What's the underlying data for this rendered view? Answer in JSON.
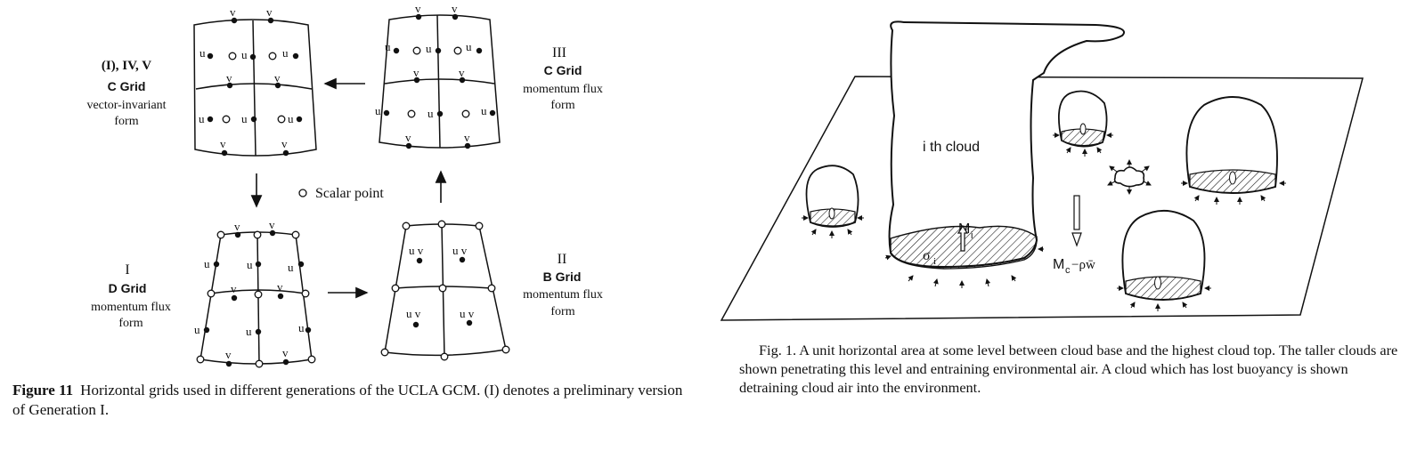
{
  "left_figure": {
    "grid_tl": {
      "line1": "(I), IV, V",
      "line2": "C  Grid",
      "line3": "vector-invariant",
      "line4": "form"
    },
    "grid_tr": {
      "line1": "III",
      "line2": "C  Grid",
      "line3": "momentum flux",
      "line4": "form"
    },
    "grid_bl": {
      "line1": "I",
      "line2": "D  Grid",
      "line3": "momentum flux",
      "line4": "form"
    },
    "grid_br": {
      "line1": "II",
      "line2": "B  Grid",
      "line3": "momentum flux",
      "line4": "form"
    },
    "legend_scalar": "Scalar point",
    "label_u": "u",
    "label_v": "v",
    "label_uv": "u v",
    "caption_label": "Figure 11",
    "caption_text": "Horizontal grids used in different generations of the UCLA GCM. (I) denotes a preliminary version of Generation I."
  },
  "right_figure": {
    "cloud_label": "i th  cloud",
    "mass_flux_label": "M",
    "mass_flux_sub": "i",
    "area_label": "σ",
    "area_sub": "i",
    "subsidence_label": "M",
    "subsidence_sub": "c",
    "subsidence_rest": "−ρw̄",
    "caption": "Fig. 1. A unit horizontal area at some level between cloud base and the highest cloud top. The taller clouds are shown penetrating this level and entraining environmental air. A cloud which has lost buoyancy is shown detraining cloud air into the environment."
  }
}
